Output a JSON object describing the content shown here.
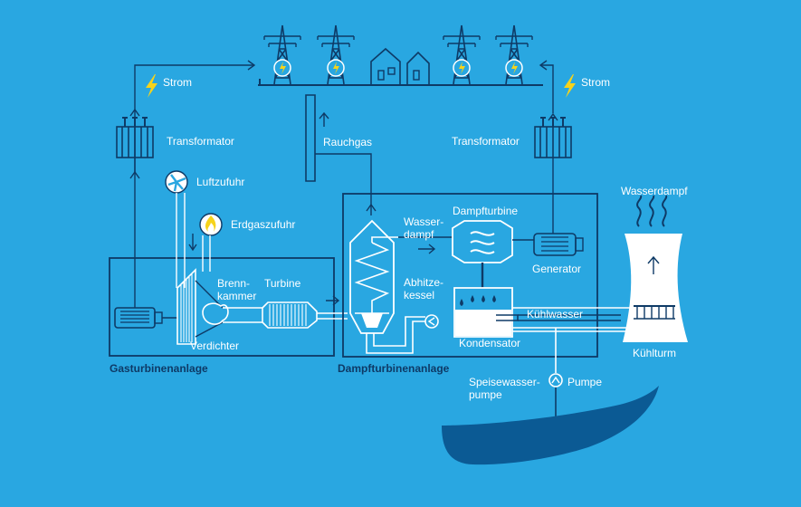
{
  "labels": {
    "strom_left": "Strom",
    "strom_right": "Strom",
    "transformator_left": "Transformator",
    "transformator_right": "Transformator",
    "rauchgas": "Rauchgas",
    "luftzufuhr": "Luftzufuhr",
    "erdgaszufuhr": "Erdgaszufuhr",
    "brennkammer_1": "Brenn-",
    "brennkammer_2": "kammer",
    "turbine": "Turbine",
    "verdichter": "Verdichter",
    "gasturbinenanlage": "Gasturbinenanlage",
    "wasserdampf_1": "Wasser-",
    "wasserdampf_2": "dampf",
    "dampfturbine": "Dampfturbine",
    "generator": "Generator",
    "abhitzekessel_1": "Abhitze-",
    "abhitzekessel_2": "kessel",
    "kondensator": "Kondensator",
    "kuehlwasser": "Kühlwasser",
    "dampfturbinenanlage": "Dampfturbinenanlage",
    "speisewasserpumpe_1": "Speisewasser-",
    "speisewasserpumpe_2": "pumpe",
    "pumpe": "Pumpe",
    "wasserdampf_top": "Wasserdampf",
    "kuehlturm": "Kühlturm"
  },
  "colors": {
    "background": "#29a7e1",
    "line_dark": "#0e3a66",
    "line_white": "#ffffff",
    "river": "#0b5a94",
    "lightning": "#f6d31b",
    "water": "#ffffff"
  },
  "icons": [
    "lightning-icon",
    "fan-icon",
    "flame-icon",
    "power-pylon-icon",
    "house-icon",
    "transformer-icon",
    "pump-icon"
  ]
}
